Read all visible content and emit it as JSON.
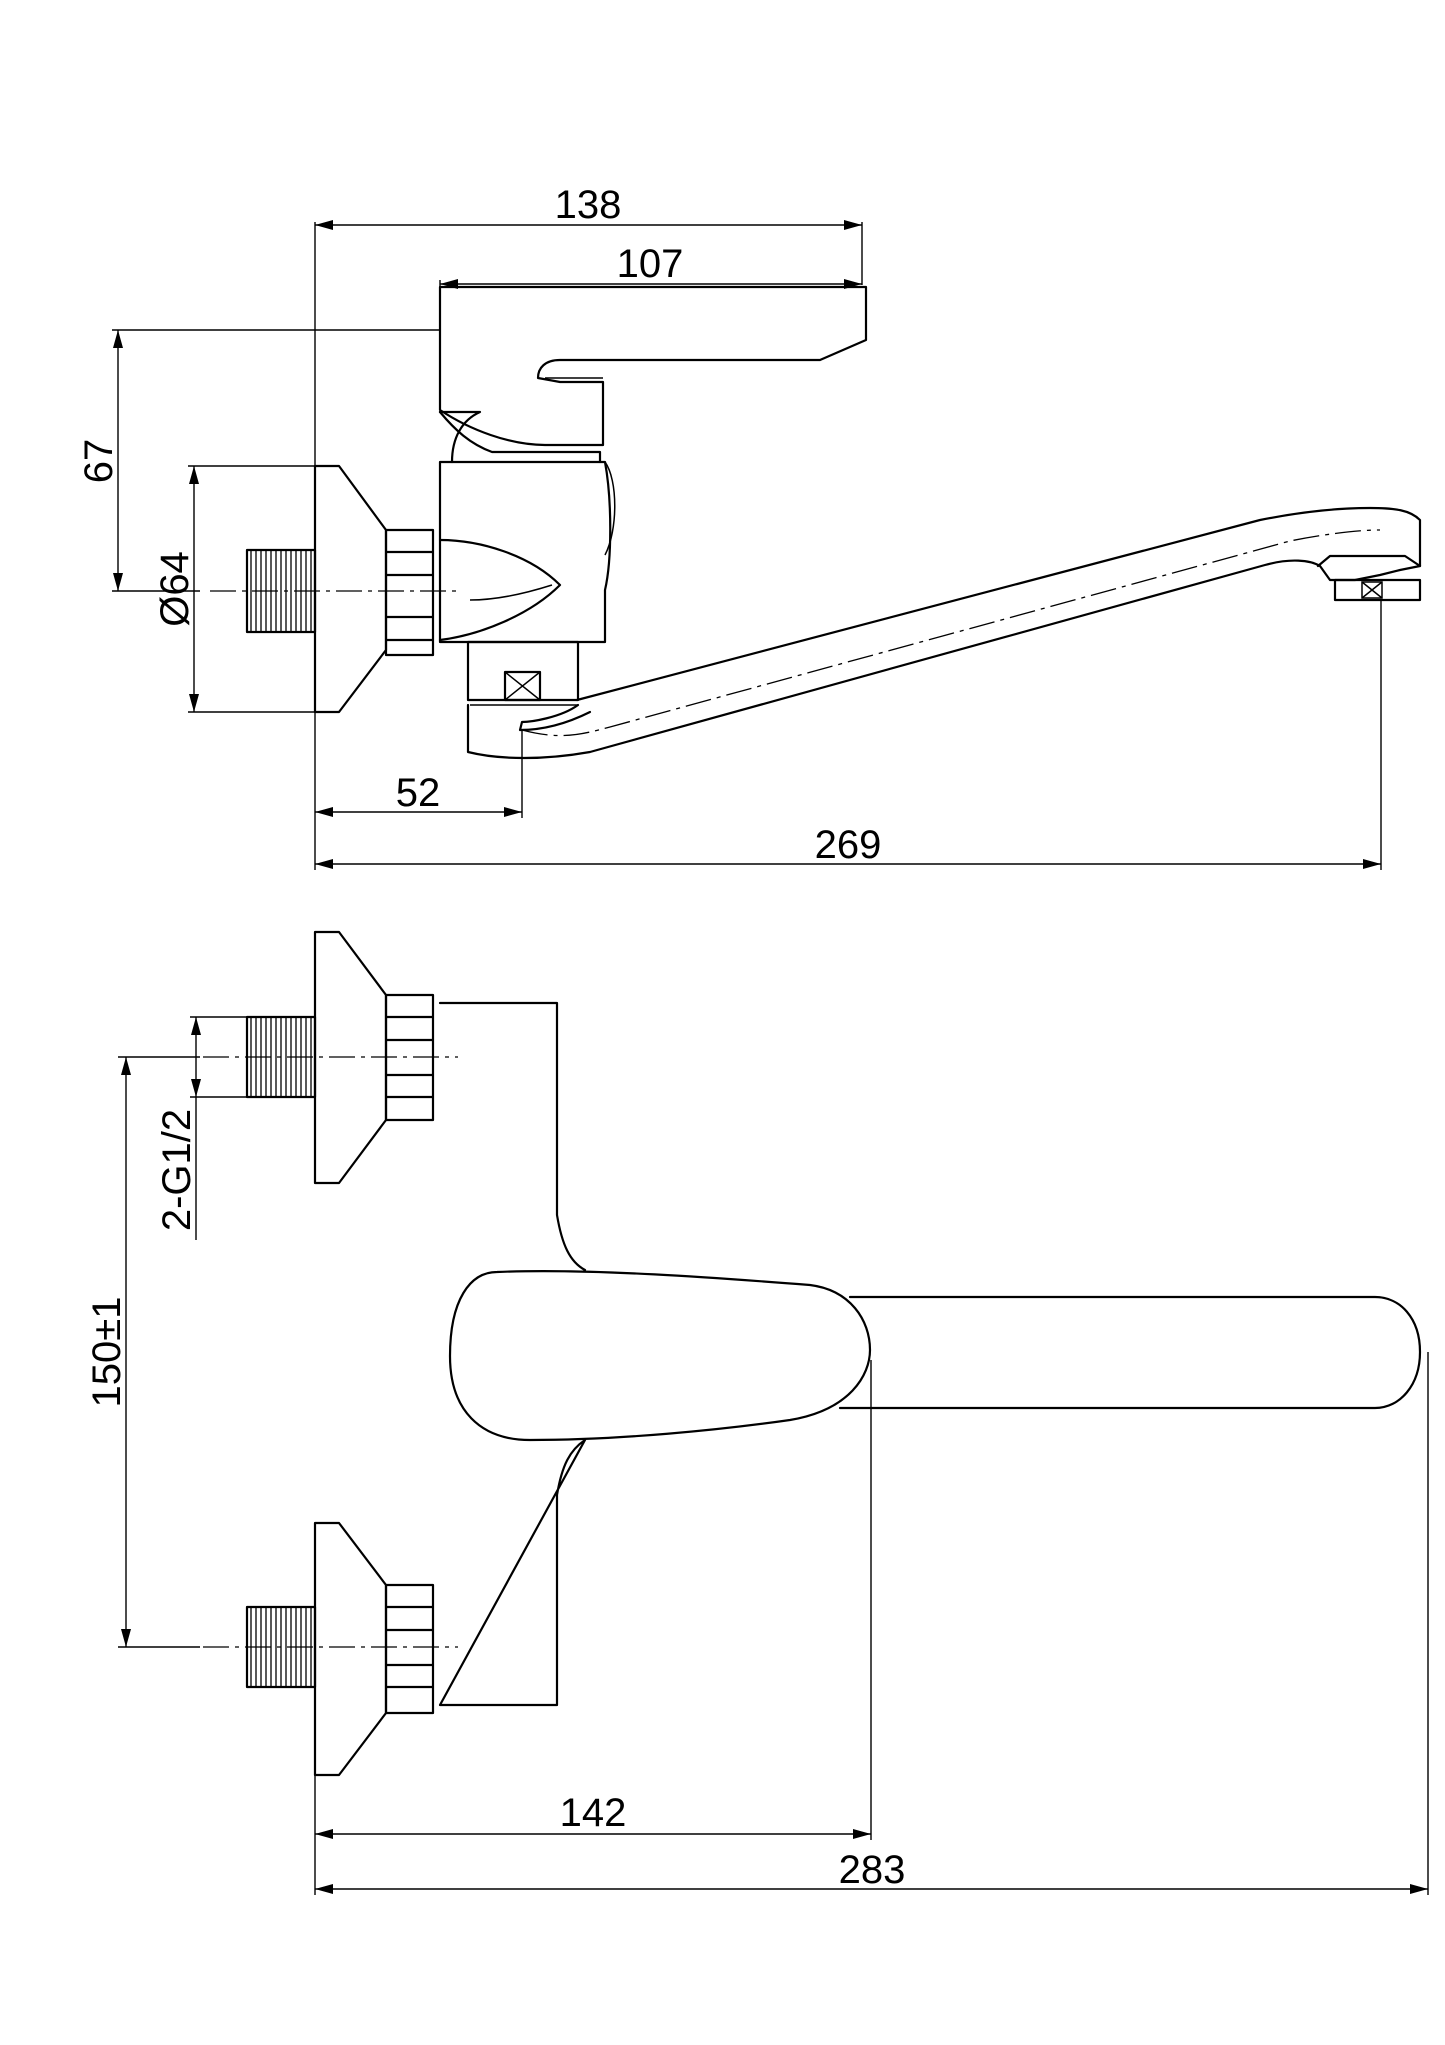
{
  "drawing": {
    "side_view": {
      "dimensions": {
        "overall_handle": "138",
        "handle": "107",
        "height": "67",
        "flange_diameter": "Ø64",
        "valve_offset": "52",
        "spout_reach": "269"
      }
    },
    "top_view": {
      "dimensions": {
        "connection_thread": "2-G1/2",
        "inlet_spacing": "150±1",
        "handle_reach": "142",
        "total_reach": "283"
      }
    }
  }
}
